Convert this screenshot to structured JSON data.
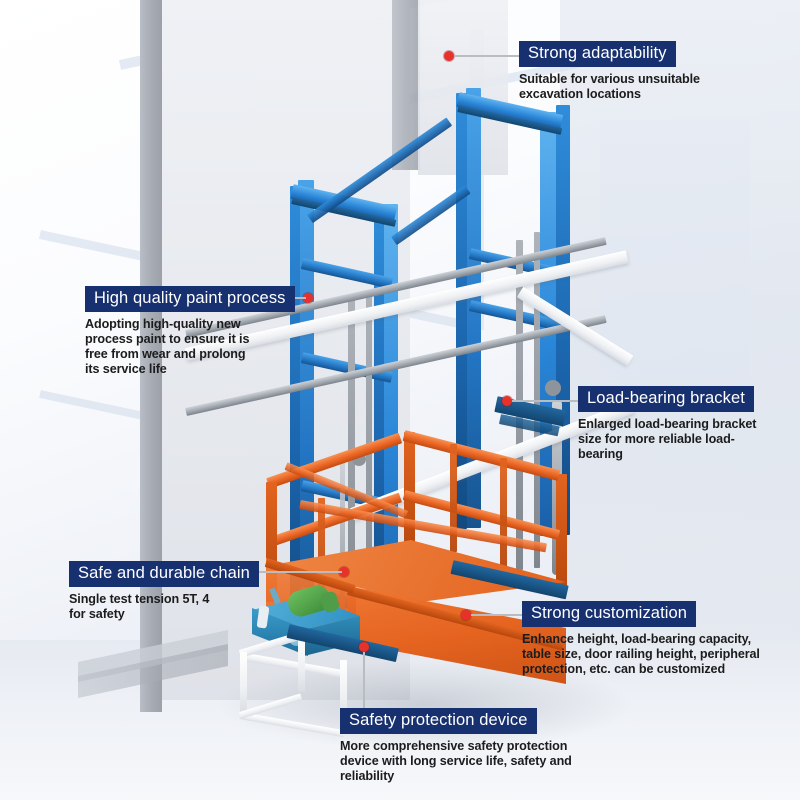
{
  "product": {
    "type": "hydraulic-cargo-lift",
    "palette": {
      "mast_blue": "#2a86d8",
      "platform_orange": "#ea6524",
      "guide_rail_white": "#ffffff",
      "power_unit_blue": "#2f90c4",
      "motor_green": "#4fa14a",
      "badge_navy": "#17306f",
      "marker_red": "#e8312b",
      "lead_line_grey": "#b9bcc0",
      "background_grey": "#e4e9f1"
    },
    "parts": [
      {
        "name": "blue mast column",
        "count": 4
      },
      {
        "name": "orange cargo platform",
        "count": 1
      },
      {
        "name": "orange safety railing",
        "count": 1
      },
      {
        "name": "white diagonal guide beam",
        "count": 2
      },
      {
        "name": "hydraulic power unit",
        "count": 1
      },
      {
        "name": "load-bearing bracket",
        "count": 2
      }
    ]
  },
  "callouts": [
    {
      "id": "strong-adaptability",
      "title": "Strong adaptability",
      "description": "Suitable for various unsuitable excavation locations"
    },
    {
      "id": "high-quality-paint-process",
      "title": "High quality paint process",
      "description": "Adopting high-quality new process paint to ensure it is free from wear and prolong its service life"
    },
    {
      "id": "load-bearing-bracket",
      "title": "Load-bearing bracket",
      "description": "Enlarged load-bearing bracket size for more reliable load-bearing"
    },
    {
      "id": "safe-and-durable-chain",
      "title": "Safe and durable chain",
      "description": "Single test tension 5T, 4 for safety"
    },
    {
      "id": "strong-customization",
      "title": "Strong customization",
      "description": "Enhance height, load-bearing capacity, table size, door railing height, peripheral protection, etc. can be customized"
    },
    {
      "id": "safety-protection-device",
      "title": "Safety protection device",
      "description": "More comprehensive safety protection device with long service life, safety and reliability"
    }
  ]
}
